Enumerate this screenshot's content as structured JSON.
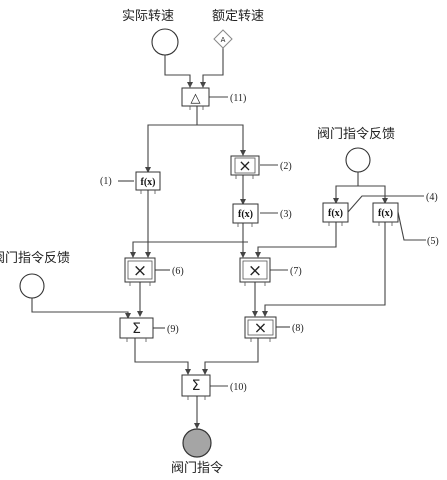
{
  "labels": {
    "actual_speed": "实际转速",
    "rated_speed": "额定转速",
    "valve_feedback_right": "阀门指令反馈",
    "valve_feedback_left": "阀门指令反馈",
    "valve_command": "阀门指令"
  },
  "symbols": {
    "delta": "△",
    "rated_marker": "A",
    "multiply": "×",
    "sum": "Σ",
    "function": "f(x)"
  },
  "blocks": {
    "b11": "(11)",
    "b1": "(1)",
    "b2": "(2)",
    "b3": "(3)",
    "b4": "(4)",
    "b5": "(5)",
    "b6": "(6)",
    "b7": "(7)",
    "b8": "(8)",
    "b9": "(9)",
    "b10": "(10)"
  }
}
